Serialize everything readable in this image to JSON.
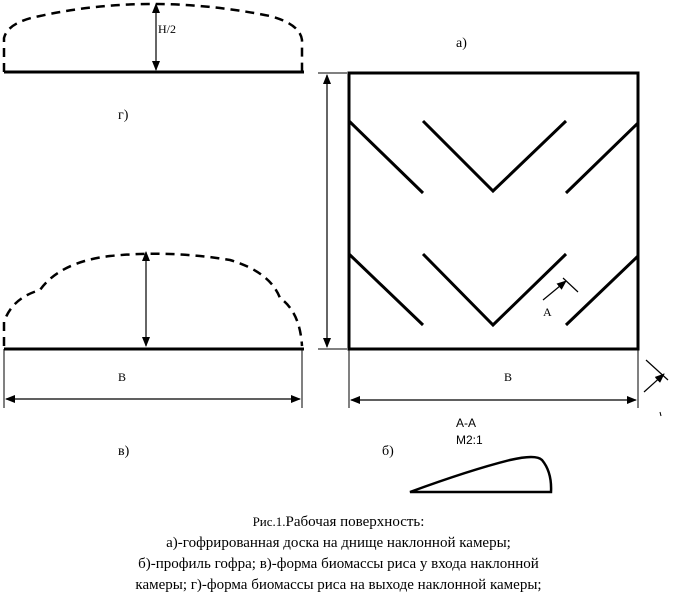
{
  "labels": {
    "a": "а)",
    "b": "б)",
    "v": "в)",
    "g": "г)",
    "h_half": "H/2",
    "width_left": "B",
    "width_right": "B",
    "section_marker": "A",
    "section_title": "А-А",
    "scale": "М2:1"
  },
  "caption": {
    "figure_no": "Рис.1.",
    "title": "Рабочая поверхность:",
    "line2": "а)-гофрированная доска  на днище наклонной камеры;",
    "line3": "б)-профиль гофра; в)-форма биомассы риса у входа наклонной",
    "line4": "камеры; г)-форма биомассы риса на выходе наклонной камеры;"
  }
}
